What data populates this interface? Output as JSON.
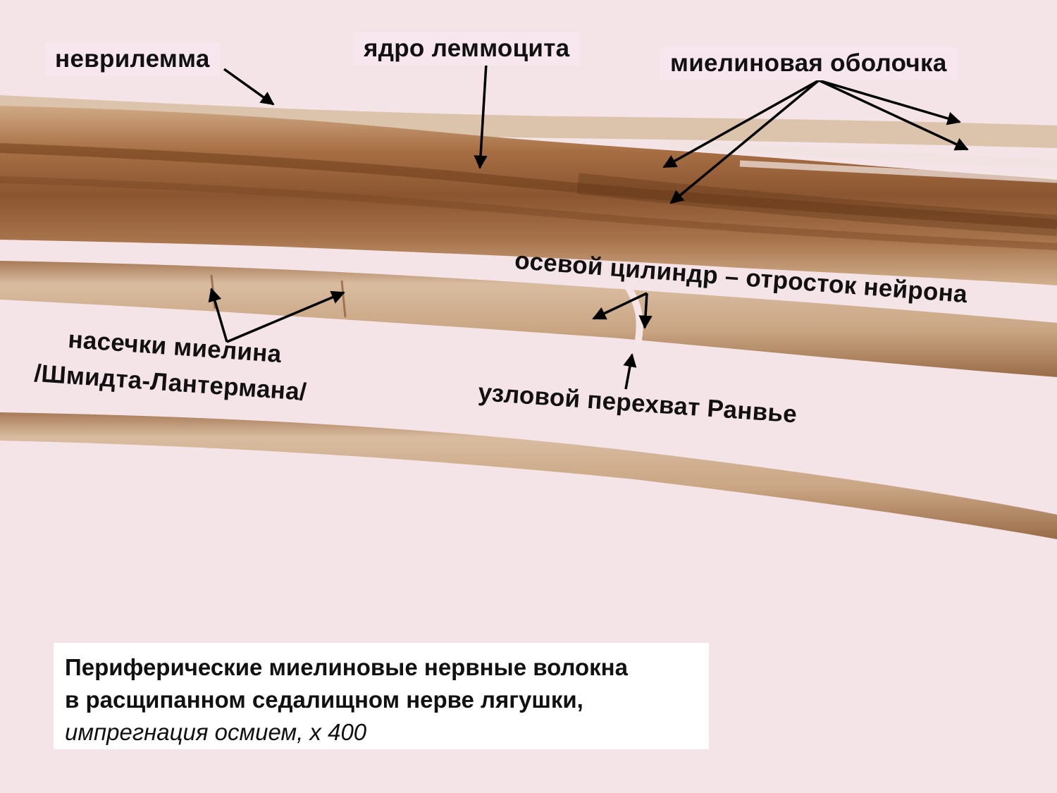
{
  "labels": {
    "neurilemma": "неврилемма",
    "lemmocyte_nucleus": "ядро леммоцита",
    "myelin_sheath": "миелиновая оболочка",
    "axial_cylinder": "осевой цилиндр – отросток нейрона",
    "myelin_incisures_line1": "насечки миелина",
    "myelin_incisures_line2": "/Шмидта-Лантермана/",
    "node_of_ranvier": "узловой перехват Ранвье"
  },
  "caption": {
    "line1": "Периферические миелиновые нервные волокна",
    "line2": "в расщипанном седалищном нерве лягушки,",
    "line3": "импрегнация осмием, х 400"
  },
  "colors": {
    "background": "#f4e4e8",
    "fiber_light": "#d6b493",
    "fiber_dark": "#7a4a24",
    "arrow": "#000000"
  }
}
